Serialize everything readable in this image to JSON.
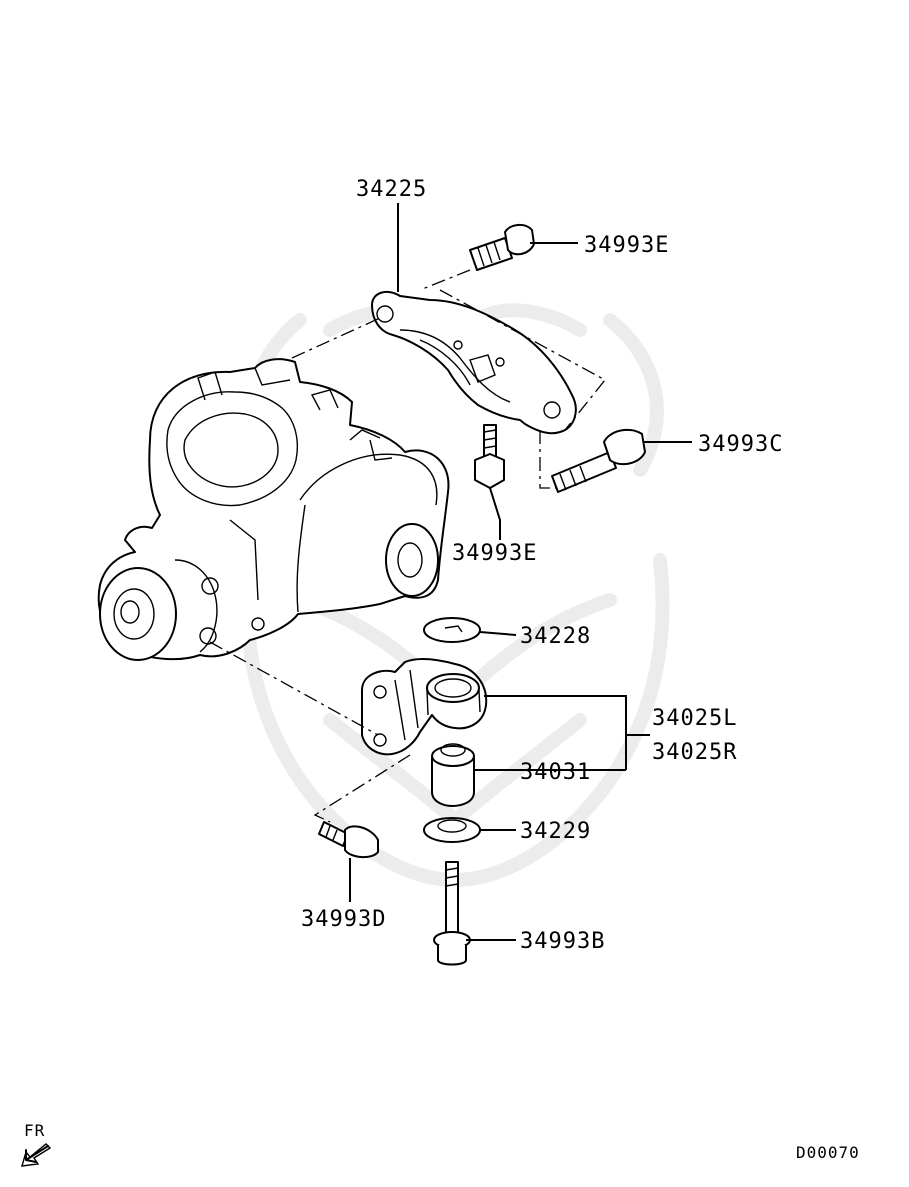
{
  "diagram": {
    "labels": {
      "bracket_upper": "34225",
      "bolt_top": "34993E",
      "bolt_side": "34993C",
      "nut_lower": "34993E",
      "washer_upper": "34228",
      "bracket_left": "34025L",
      "bracket_right": "34025R",
      "bushing": "34031",
      "washer_lower": "34229",
      "bolt_long": "34993B",
      "bolt_small": "34993D"
    },
    "direction_marker": "FR",
    "diagram_code": "D00070"
  }
}
